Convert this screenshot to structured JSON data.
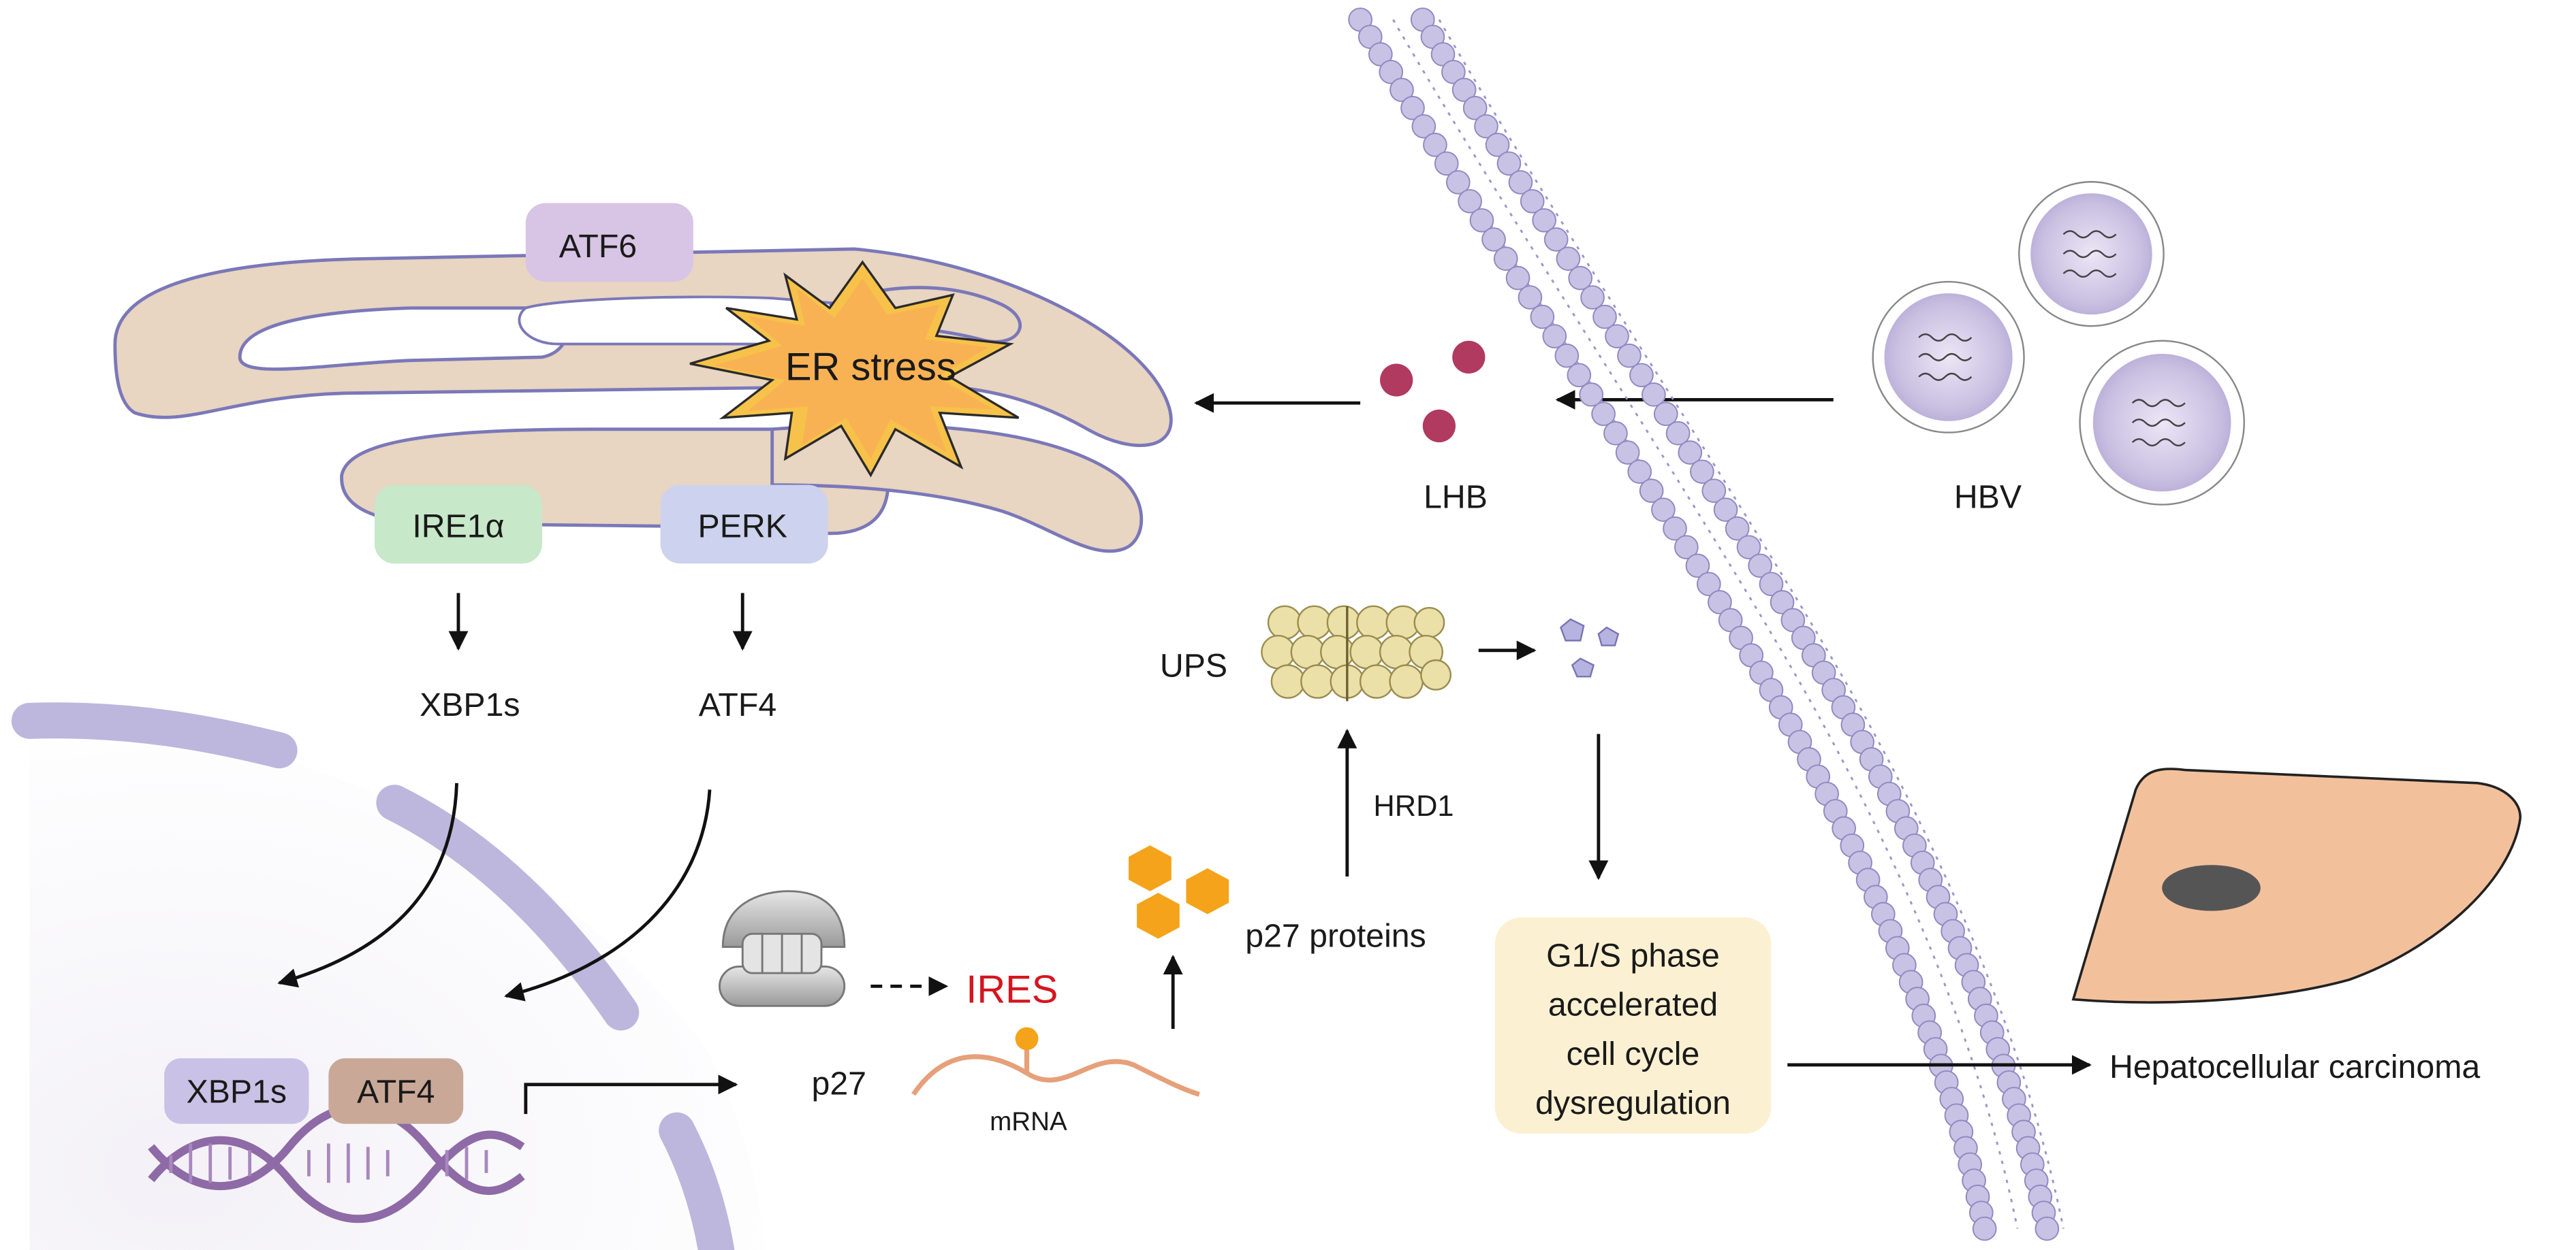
{
  "labels": {
    "atf6": "ATF6",
    "er_stress": "ER stress",
    "ire1a": "IRE1α",
    "perk": "PERK",
    "xbp1s": "XBP1s",
    "atf4": "ATF4",
    "xbp1s_dna": "XBP1s",
    "atf4_dna": "ATF4",
    "p27": "p27",
    "ires": "IRES",
    "mrna": "mRNA",
    "p27_proteins": "p27 proteins",
    "ups": "UPS",
    "hrd1": "HRD1",
    "lhb": "LHB",
    "hbv": "HBV",
    "g1s": [
      "G1/S phase",
      "accelerated",
      "cell cycle",
      "dysregulation"
    ],
    "hcc": "Hepatocellular carcinoma"
  },
  "colors": {
    "er_fill": "#e8d5c2",
    "er_stroke": "#7a78b8",
    "atf6_fill": "#d8c4e4",
    "ire1a_fill": "#c7e8c9",
    "perk_fill": "#cdd3ee",
    "xbp1s_dna_fill": "#c9c2e6",
    "atf4_dna_fill": "#c9a898",
    "starburst_fill": "#f7c24a",
    "ires_text": "#d4161f",
    "lhb_dot": "#b03a60",
    "p27_hex": "#f5a31a",
    "mrna": "#e6a07a",
    "membrane_head": "#c8c2e4",
    "g1s_box": "#fbf1d2",
    "cell_fill": "#f2c19c",
    "nucleus_fill": "#555555"
  }
}
